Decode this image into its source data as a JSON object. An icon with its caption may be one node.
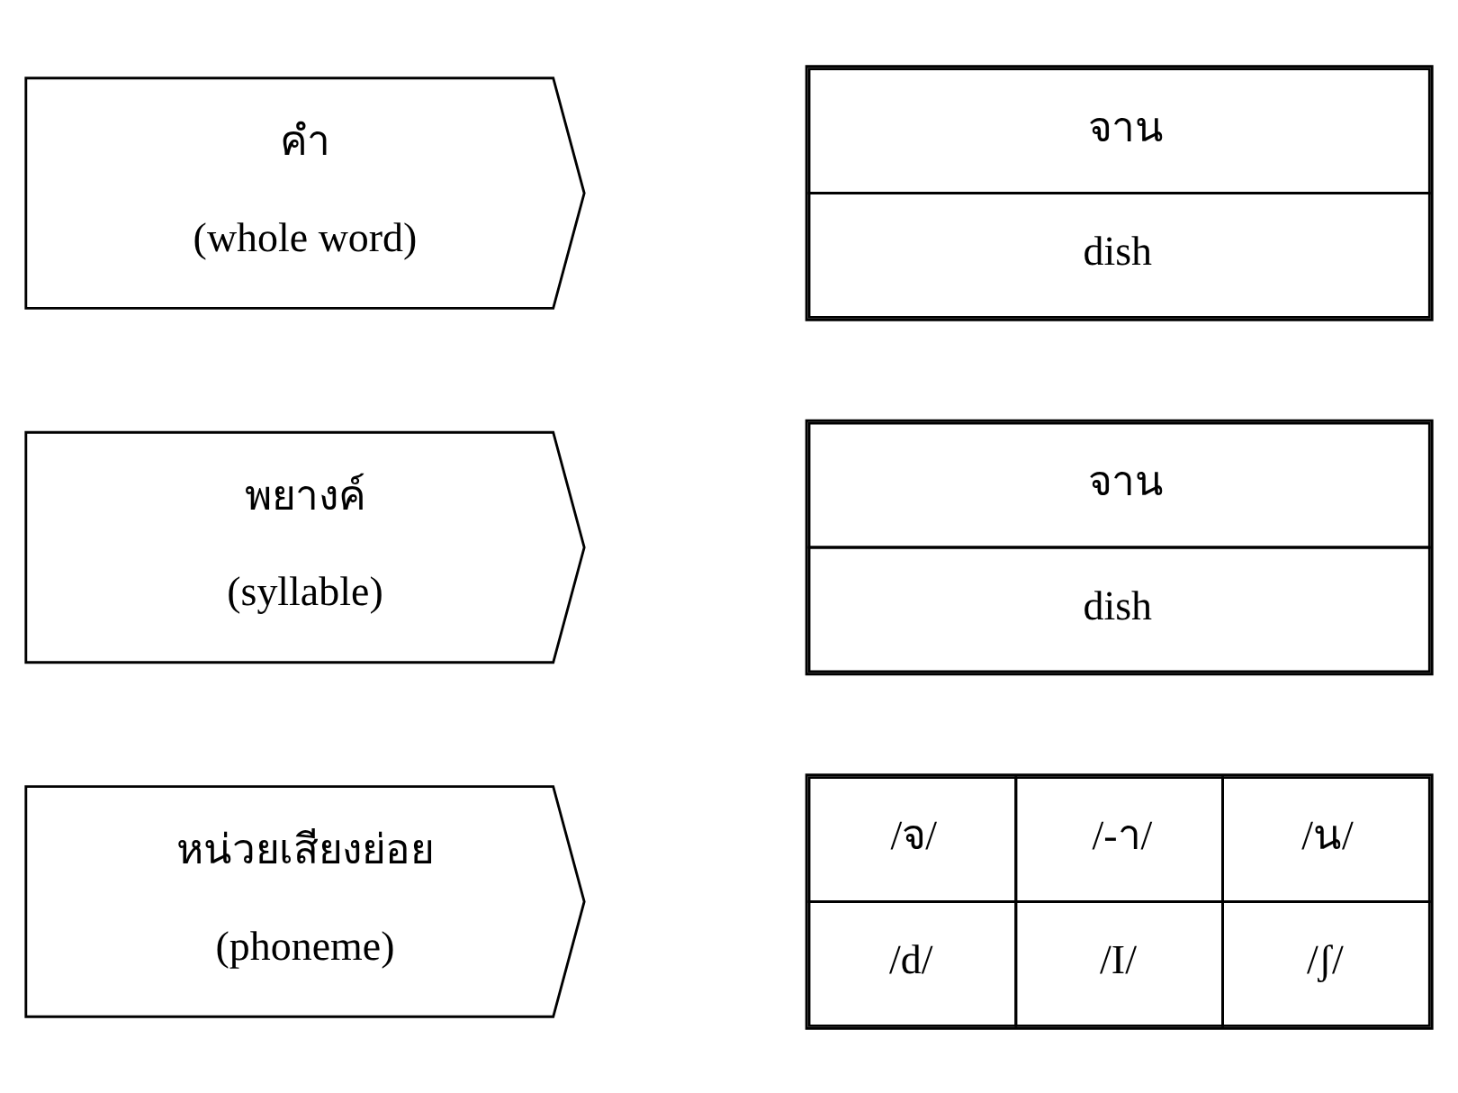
{
  "diagram": {
    "nodes": [
      {
        "text": [
          "คำ",
          "(whole word)"
        ]
      },
      {
        "text": [
          "จาน",
          "dish"
        ]
      },
      {
        "text": [
          "พยางค์",
          "(syllable)"
        ]
      },
      {
        "text": [
          "จาน",
          "dish"
        ]
      },
      {
        "text": [
          "หน่วยเสียงย่อย",
          "(phoneme)"
        ]
      },
      {
        "text": [
          "/จ/",
          "/-า/",
          "/น/",
          "/d/",
          "/I/",
          "/ʃ/"
        ]
      }
    ],
    "edges": []
  }
}
